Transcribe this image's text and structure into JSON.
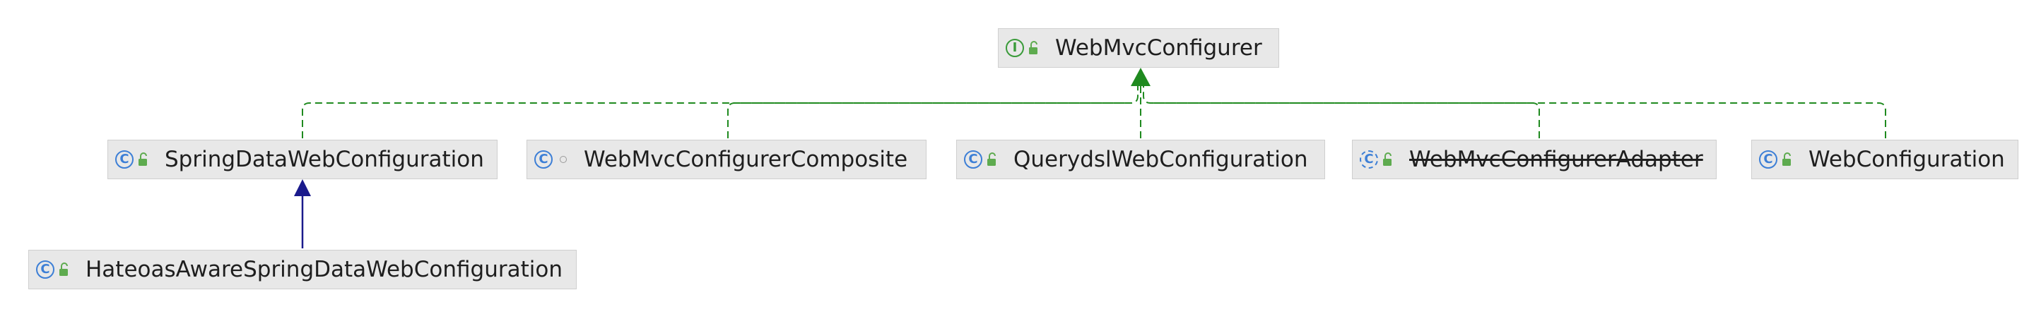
{
  "nodes": [
    {
      "id": "webmvcconfigurer",
      "label": "WebMvcConfigurer",
      "kind": "interface",
      "kind_glyph": "I",
      "visibility": "public",
      "deprecated": false
    },
    {
      "id": "springdatawebconfiguration",
      "label": "SpringDataWebConfiguration",
      "kind": "class",
      "kind_glyph": "C",
      "visibility": "public",
      "deprecated": false
    },
    {
      "id": "webmvcconfigurercomposite",
      "label": "WebMvcConfigurerComposite",
      "kind": "class",
      "kind_glyph": "C",
      "visibility": "package-private",
      "deprecated": false
    },
    {
      "id": "querydslwebconfiguration",
      "label": "QuerydslWebConfiguration",
      "kind": "class",
      "kind_glyph": "C",
      "visibility": "public",
      "deprecated": false
    },
    {
      "id": "webmvcconfigureradapter",
      "label": "WebMvcConfigurerAdapter",
      "kind": "abstract-class",
      "kind_glyph": "C",
      "visibility": "public",
      "deprecated": true
    },
    {
      "id": "webconfiguration",
      "label": "WebConfiguration",
      "kind": "class",
      "kind_glyph": "C",
      "visibility": "public",
      "deprecated": false
    },
    {
      "id": "hateoasawarespringdatawebconfiguration",
      "label": "HateoasAwareSpringDataWebConfiguration",
      "kind": "class",
      "kind_glyph": "C",
      "visibility": "public",
      "deprecated": false
    }
  ],
  "edges": [
    {
      "from": "springdatawebconfiguration",
      "to": "webmvcconfigurer",
      "type": "implements"
    },
    {
      "from": "webmvcconfigurercomposite",
      "to": "webmvcconfigurer",
      "type": "implements"
    },
    {
      "from": "querydslwebconfiguration",
      "to": "webmvcconfigurer",
      "type": "implements"
    },
    {
      "from": "webmvcconfigureradapter",
      "to": "webmvcconfigurer",
      "type": "implements"
    },
    {
      "from": "webconfiguration",
      "to": "webmvcconfigurer",
      "type": "implements"
    },
    {
      "from": "hateoasawarespringdatawebconfiguration",
      "to": "springdatawebconfiguration",
      "type": "extends"
    }
  ],
  "colors": {
    "implements": "#1f8a1f",
    "extends": "#1a1a8c",
    "class_icon": "#3d7fd6",
    "interface_icon": "#3a9b3a",
    "node_fill": "#e8e8e8",
    "node_border": "#cfcfcf"
  }
}
